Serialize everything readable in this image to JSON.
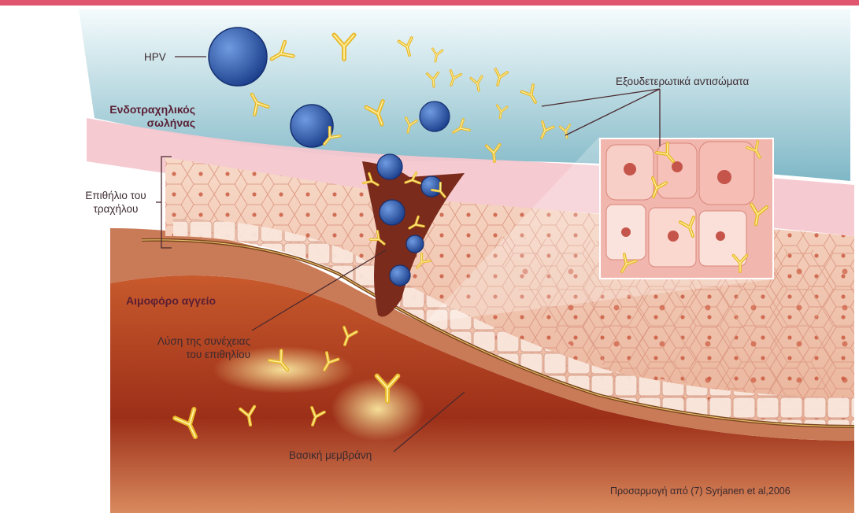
{
  "labels": {
    "hpv": "HPV",
    "endocervical_canal_line1": "Ενδοτραχηλικός",
    "endocervical_canal_line2": "σωλήνας",
    "cervical_epithelium_line1": "Επιθήλιο του",
    "cervical_epithelium_line2": "τραχήλου",
    "blood_vessel": "Αιμοφόρο αγγείο",
    "epithelial_break_line1": "Λύση της συνέχειας",
    "epithelial_break_line2": "του επιθηλίου",
    "basement_membrane": "Βασική μεμβράνη",
    "neutralizing_antibodies": "Εξουδετερωτικά αντισώματα"
  },
  "credit": "Προσαρμογή από (7) Syrjanen et al,2006",
  "colors": {
    "top_border": "#e0566e",
    "virus": "#2f63b8",
    "antibody": "#e9b92c",
    "tissue": "#f3c9b3",
    "blood": "#b3411f",
    "membrane": "#7a4520",
    "title_text": "#5a1f33"
  }
}
